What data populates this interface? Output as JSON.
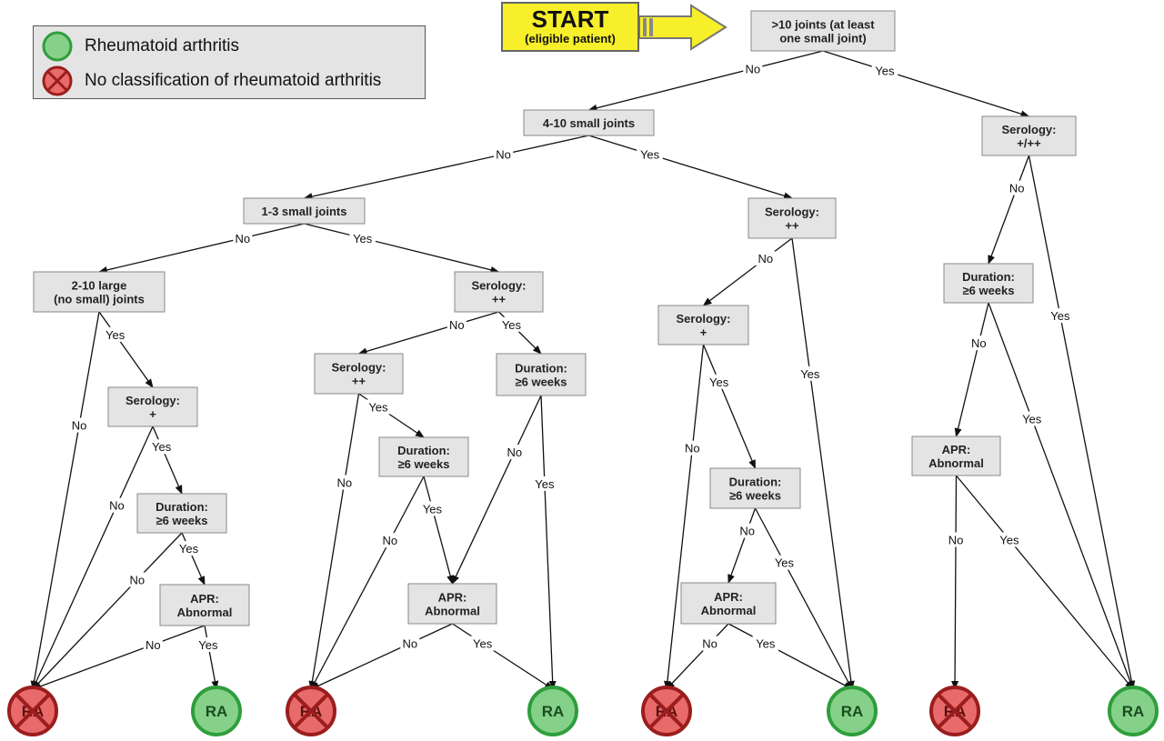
{
  "legend": {
    "ra_label": "Rheumatoid arthritis",
    "no_ra_label": "No classification of rheumatoid arthritis"
  },
  "start": {
    "title": "START",
    "subtitle": "(eligible patient)"
  },
  "colors": {
    "ra_fill": "#86d18a",
    "ra_stroke": "#2e9e3c",
    "nora_fill": "#e86a6a",
    "nora_stroke": "#9b1d1d",
    "box_fill": "#e4e4e4",
    "start_fill": "#f7ef2a"
  },
  "nodes": [
    {
      "id": "n10",
      "lines": [
        ">10 joints (at least",
        "one small joint)"
      ]
    },
    {
      "id": "n410",
      "lines": [
        "4-10 small joints"
      ]
    },
    {
      "id": "s1",
      "lines": [
        "Serology:",
        "+/++"
      ]
    },
    {
      "id": "n13",
      "lines": [
        "1-3 small joints"
      ]
    },
    {
      "id": "s2",
      "lines": [
        "Serology:",
        "++"
      ]
    },
    {
      "id": "d1",
      "lines": [
        "Duration:",
        "≥6 weeks"
      ]
    },
    {
      "id": "large",
      "lines": [
        "2-10 large",
        "(no small) joints"
      ]
    },
    {
      "id": "s3",
      "lines": [
        "Serology:",
        "++"
      ]
    },
    {
      "id": "s4",
      "lines": [
        "Serology:",
        "+"
      ]
    },
    {
      "id": "a1",
      "lines": [
        "APR:",
        "Abnormal"
      ]
    },
    {
      "id": "s5",
      "lines": [
        "Serology:",
        "++"
      ]
    },
    {
      "id": "d2",
      "lines": [
        "Duration:",
        "≥6 weeks"
      ]
    },
    {
      "id": "d3",
      "lines": [
        "Duration:",
        "≥6 weeks"
      ]
    },
    {
      "id": "a2",
      "lines": [
        "APR:",
        "Abnormal"
      ]
    },
    {
      "id": "d4",
      "lines": [
        "Duration:",
        "≥6 weeks"
      ]
    },
    {
      "id": "d5",
      "lines": [
        "Duration:",
        "≥6 weeks"
      ]
    },
    {
      "id": "s6",
      "lines": [
        "Serology:",
        "+"
      ]
    },
    {
      "id": "a3",
      "lines": [
        "APR:",
        "Abnormal"
      ]
    },
    {
      "id": "a4",
      "lines": [
        "APR:",
        "Abnormal"
      ]
    }
  ],
  "terminals": [
    {
      "id": "t1",
      "type": "no",
      "label": "RA"
    },
    {
      "id": "t2",
      "type": "ra",
      "label": "RA"
    },
    {
      "id": "t3",
      "type": "no",
      "label": "RA"
    },
    {
      "id": "t4",
      "type": "ra",
      "label": "RA"
    },
    {
      "id": "t5",
      "type": "no",
      "label": "RA"
    },
    {
      "id": "t6",
      "type": "ra",
      "label": "RA"
    },
    {
      "id": "t7",
      "type": "no",
      "label": "RA"
    },
    {
      "id": "t8",
      "type": "ra",
      "label": "RA"
    }
  ],
  "edges": [
    {
      "from": "n10",
      "to": "n410",
      "label": "No"
    },
    {
      "from": "n10",
      "to": "s1",
      "label": "Yes"
    },
    {
      "from": "s1",
      "to": "d1",
      "label": "No"
    },
    {
      "from": "s1",
      "to": "t8",
      "label": "Yes"
    },
    {
      "from": "d1",
      "to": "a1",
      "label": "No"
    },
    {
      "from": "d1",
      "to": "t8",
      "label": "Yes"
    },
    {
      "from": "a1",
      "to": "t7",
      "label": "No"
    },
    {
      "from": "a1",
      "to": "t8",
      "label": "Yes"
    },
    {
      "from": "n410",
      "to": "n13",
      "label": "No"
    },
    {
      "from": "n410",
      "to": "s2",
      "label": "Yes"
    },
    {
      "from": "s2",
      "to": "s4",
      "label": "No"
    },
    {
      "from": "s2",
      "to": "t6",
      "label": "Yes"
    },
    {
      "from": "s4",
      "to": "t5",
      "label": "No"
    },
    {
      "from": "s4",
      "to": "d2",
      "label": "Yes"
    },
    {
      "from": "d2",
      "to": "a2",
      "label": "No"
    },
    {
      "from": "d2",
      "to": "t6",
      "label": "Yes"
    },
    {
      "from": "a2",
      "to": "t5",
      "label": "No"
    },
    {
      "from": "a2",
      "to": "t6",
      "label": "Yes"
    },
    {
      "from": "n13",
      "to": "large",
      "label": "No"
    },
    {
      "from": "n13",
      "to": "s3",
      "label": "Yes"
    },
    {
      "from": "s3",
      "to": "s5",
      "label": "No"
    },
    {
      "from": "s3",
      "to": "d3",
      "label": "Yes"
    },
    {
      "from": "s5",
      "to": "t3",
      "label": "No"
    },
    {
      "from": "s5",
      "to": "d4",
      "label": "Yes"
    },
    {
      "from": "d4",
      "to": "t3",
      "label": "No"
    },
    {
      "from": "d4",
      "to": "a3",
      "label": "Yes"
    },
    {
      "from": "d3",
      "to": "a3",
      "label": "No"
    },
    {
      "from": "d3",
      "to": "t4",
      "label": "Yes"
    },
    {
      "from": "a3",
      "to": "t3",
      "label": "No"
    },
    {
      "from": "a3",
      "to": "t4",
      "label": "Yes"
    },
    {
      "from": "large",
      "to": "t1",
      "label": "No"
    },
    {
      "from": "large",
      "to": "s6",
      "label": "Yes"
    },
    {
      "from": "s6",
      "to": "t1",
      "label": "No"
    },
    {
      "from": "s6",
      "to": "d5",
      "label": "Yes"
    },
    {
      "from": "d5",
      "to": "t1",
      "label": "No"
    },
    {
      "from": "d5",
      "to": "a4",
      "label": "Yes"
    },
    {
      "from": "a4",
      "to": "t1",
      "label": "No"
    },
    {
      "from": "a4",
      "to": "t2",
      "label": "Yes"
    }
  ]
}
